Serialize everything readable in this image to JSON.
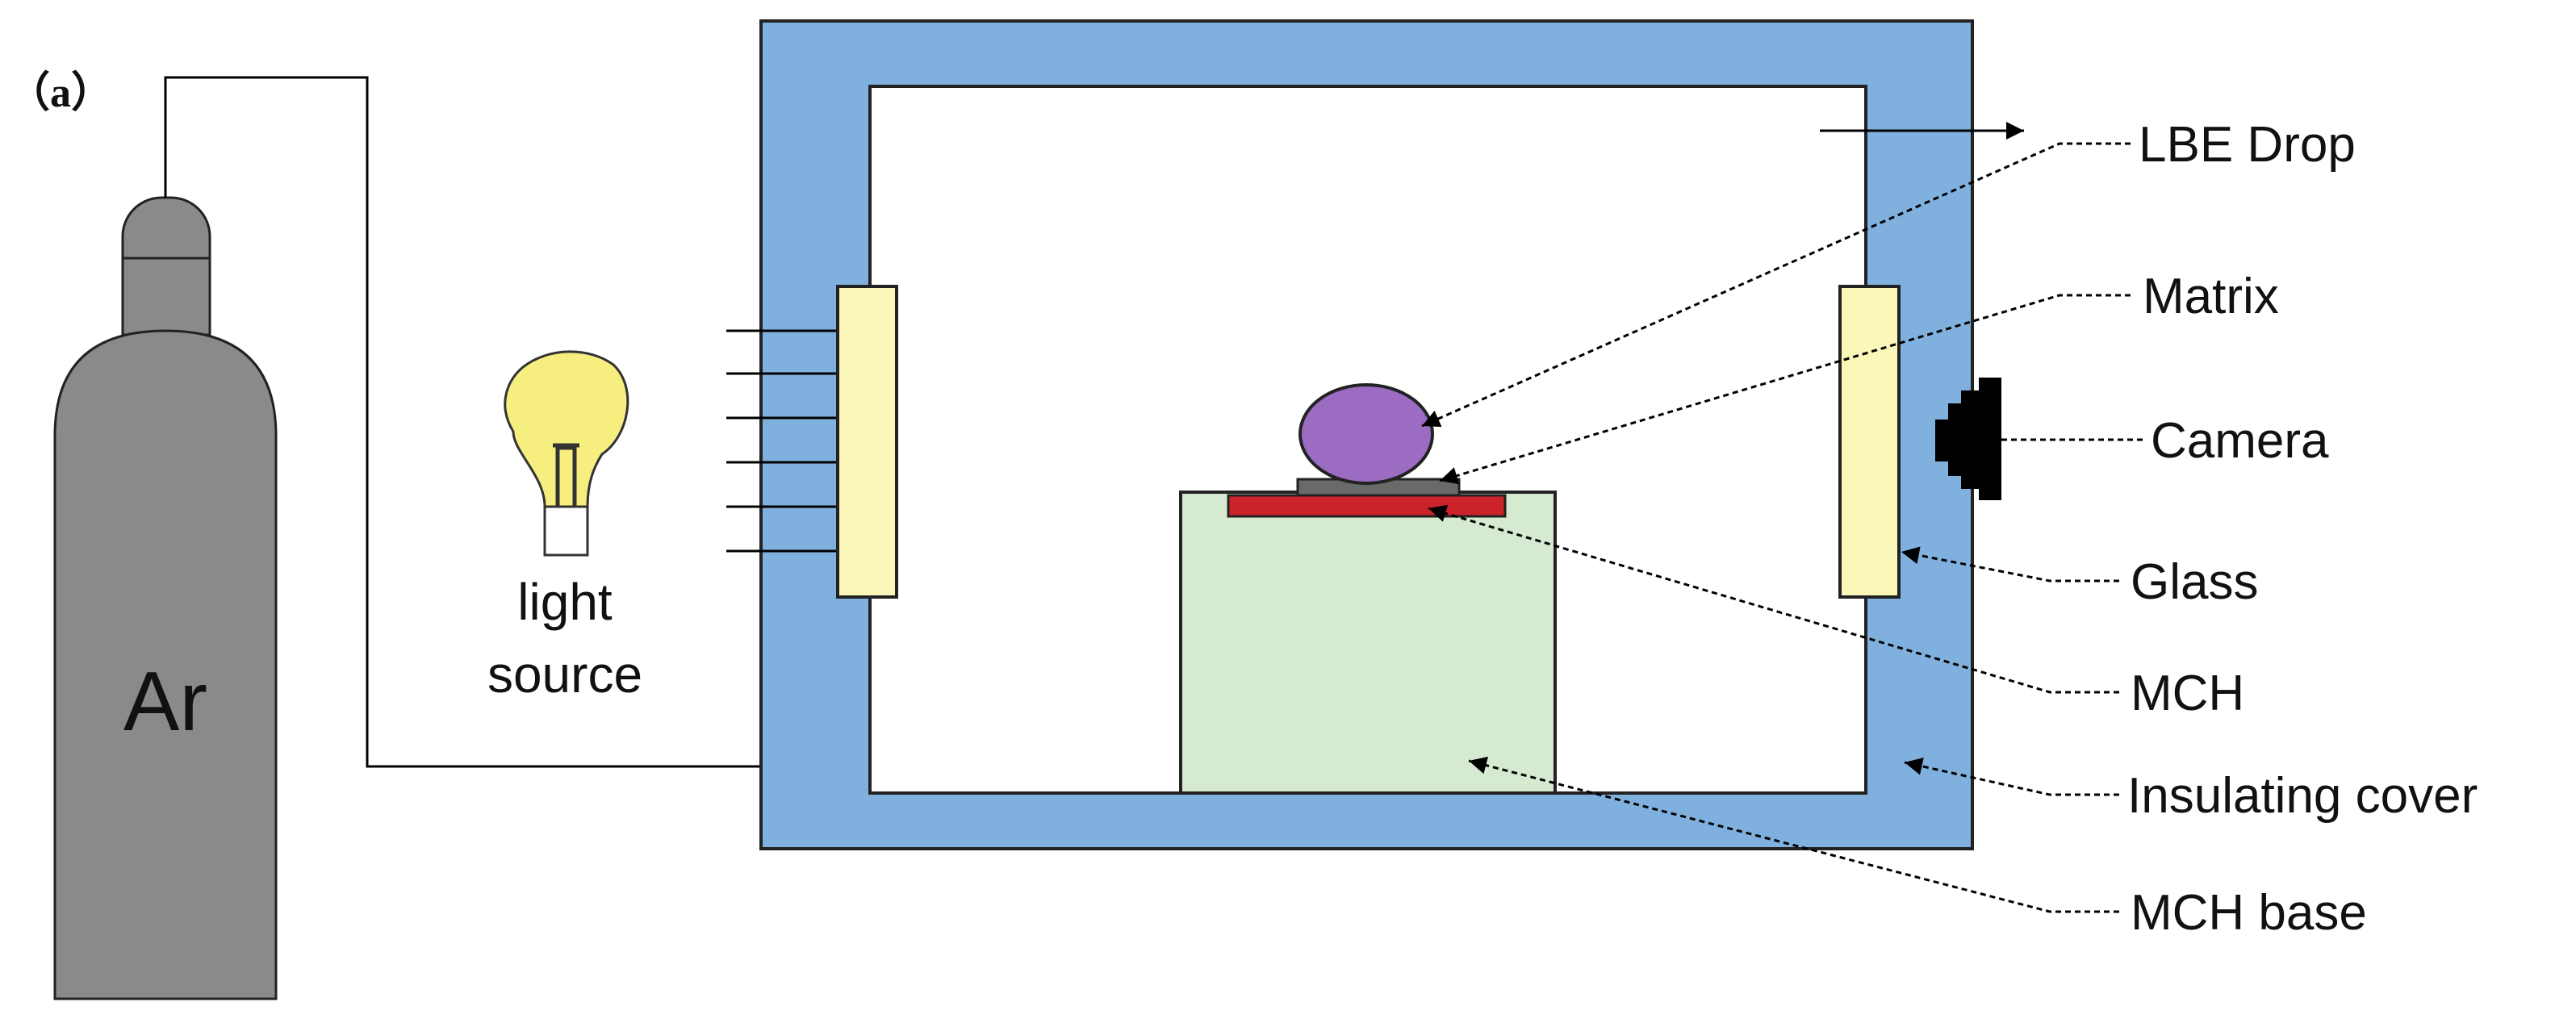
{
  "panel_label": "（a）",
  "gas_cylinder": {
    "label": "Ar",
    "color": "#8a8a8c"
  },
  "light_source": {
    "label_line1": "light",
    "label_line2": "source",
    "color": "#f7ee80"
  },
  "labels": {
    "lbe_drop": "LBE Drop",
    "matrix": "Matrix",
    "camera": "Camera",
    "glass": "Glass",
    "mch": "MCH",
    "insulating_cover": "Insulating cover",
    "mch_base": "MCH base"
  },
  "colors": {
    "insulating_cover": "#7fb0de",
    "glass": "#fbf7b9",
    "mch_base": "#d6ead1",
    "mch": "#cc2229",
    "matrix": "#6a6a6a",
    "lbe_drop": "#9b6cc2",
    "camera": "#000000"
  }
}
